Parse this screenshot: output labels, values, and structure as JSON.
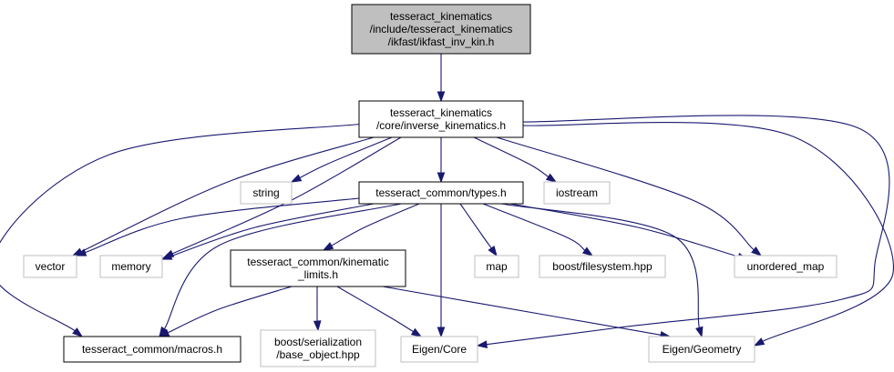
{
  "colors": {
    "edge": "#191970",
    "root_fill": "#bfbfbf",
    "root_border": "#000000",
    "internal_border": "#000000",
    "external_border": "#bfbfbf",
    "fill": "#ffffff"
  },
  "nodes": [
    {
      "id": "root",
      "kind": "root",
      "lines": [
        "tesseract_kinematics",
        "/include/tesseract_kinematics",
        "/ikfast/ikfast_inv_kin.h"
      ]
    },
    {
      "id": "inverse_kinematics",
      "kind": "internal",
      "lines": [
        "tesseract_kinematics",
        "/core/inverse_kinematics.h"
      ]
    },
    {
      "id": "string",
      "kind": "external",
      "lines": [
        "string"
      ]
    },
    {
      "id": "types",
      "kind": "internal",
      "lines": [
        "tesseract_common/types.h"
      ]
    },
    {
      "id": "iostream",
      "kind": "external",
      "lines": [
        "iostream"
      ]
    },
    {
      "id": "vector",
      "kind": "external",
      "lines": [
        "vector"
      ]
    },
    {
      "id": "memory",
      "kind": "external",
      "lines": [
        "memory"
      ]
    },
    {
      "id": "kinematic_limits",
      "kind": "internal",
      "lines": [
        "tesseract_common/kinematic",
        "_limits.h"
      ]
    },
    {
      "id": "map",
      "kind": "external",
      "lines": [
        "map"
      ]
    },
    {
      "id": "filesystem",
      "kind": "external",
      "lines": [
        "boost/filesystem.hpp"
      ]
    },
    {
      "id": "unordered_map",
      "kind": "external",
      "lines": [
        "unordered_map"
      ]
    },
    {
      "id": "macros",
      "kind": "internal",
      "lines": [
        "tesseract_common/macros.h"
      ]
    },
    {
      "id": "base_object",
      "kind": "external",
      "lines": [
        "boost/serialization",
        "/base_object.hpp"
      ]
    },
    {
      "id": "eigen_core",
      "kind": "external",
      "lines": [
        "Eigen/Core"
      ]
    },
    {
      "id": "eigen_geometry",
      "kind": "external",
      "lines": [
        "Eigen/Geometry"
      ]
    }
  ],
  "edges": [
    [
      "root",
      "inverse_kinematics"
    ],
    [
      "inverse_kinematics",
      "string"
    ],
    [
      "inverse_kinematics",
      "types"
    ],
    [
      "inverse_kinematics",
      "iostream"
    ],
    [
      "inverse_kinematics",
      "vector"
    ],
    [
      "inverse_kinematics",
      "memory"
    ],
    [
      "inverse_kinematics",
      "unordered_map"
    ],
    [
      "inverse_kinematics",
      "macros"
    ],
    [
      "inverse_kinematics",
      "eigen_core"
    ],
    [
      "inverse_kinematics",
      "eigen_geometry"
    ],
    [
      "types",
      "vector"
    ],
    [
      "types",
      "memory"
    ],
    [
      "types",
      "kinematic_limits"
    ],
    [
      "types",
      "map"
    ],
    [
      "types",
      "filesystem"
    ],
    [
      "types",
      "unordered_map"
    ],
    [
      "types",
      "macros"
    ],
    [
      "types",
      "eigen_core"
    ],
    [
      "types",
      "eigen_geometry"
    ],
    [
      "kinematic_limits",
      "macros"
    ],
    [
      "kinematic_limits",
      "base_object"
    ],
    [
      "kinematic_limits",
      "eigen_core"
    ],
    [
      "kinematic_limits",
      "eigen_geometry"
    ]
  ]
}
